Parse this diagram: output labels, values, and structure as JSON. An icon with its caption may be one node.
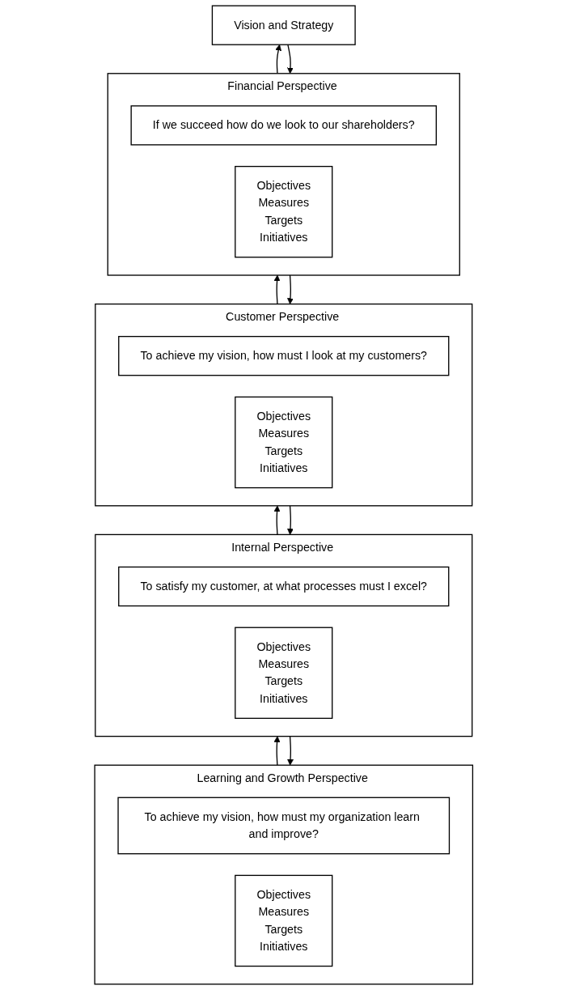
{
  "diagram": {
    "nodes": [
      {
        "text": [
          "Vision and Strategy"
        ]
      },
      {
        "text": [
          "Financial Perspective"
        ]
      },
      {
        "text": [
          "If we succeed how do we look to our shareholders?"
        ],
        "in": 1
      },
      {
        "text": [
          "Objectives",
          "Measures",
          "Targets",
          "Initiatives"
        ],
        "in": 1
      },
      {
        "text": [
          "Customer Perspective"
        ]
      },
      {
        "text": [
          "To achieve my vision, how must I look at my customers?"
        ],
        "in": 4
      },
      {
        "text": [
          "Objectives",
          "Measures",
          "Targets",
          "Initiatives"
        ],
        "in": 4
      },
      {
        "text": [
          "Internal Perspective"
        ]
      },
      {
        "text": [
          "To satisfy my customer, at what processes must I excel?"
        ],
        "in": 7
      },
      {
        "text": [
          "Objectives",
          "Measures",
          "Targets",
          "Initiatives"
        ],
        "in": 7
      },
      {
        "text": [
          "Learning and Growth Perspective"
        ]
      },
      {
        "text": [
          "To achieve my vision, how must my organization learn and improve?"
        ],
        "in": 10
      },
      {
        "text": [
          "Objectives",
          "Measures",
          "Targets",
          "Initiatives"
        ],
        "in": 10
      }
    ],
    "edges": [
      {
        "from": 0,
        "to": 1,
        "arrow": "to"
      },
      {
        "from": 1,
        "to": 0,
        "arrow": "to"
      },
      {
        "from": 1,
        "to": 4,
        "arrow": "to"
      },
      {
        "from": 4,
        "to": 1,
        "arrow": "to"
      },
      {
        "from": 4,
        "to": 7,
        "arrow": "to"
      },
      {
        "from": 7,
        "to": 4,
        "arrow": "to"
      },
      {
        "from": 7,
        "to": 10,
        "arrow": "to"
      },
      {
        "from": 10,
        "to": 7,
        "arrow": "to"
      }
    ]
  }
}
